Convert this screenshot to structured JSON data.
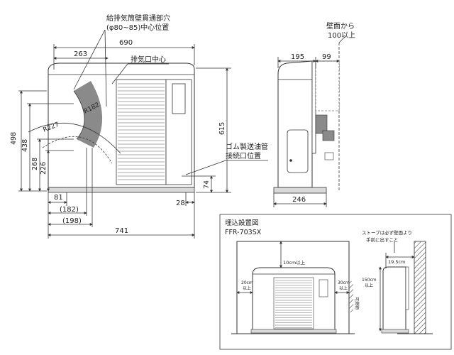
{
  "front": {
    "w690": "690",
    "w263": "263",
    "vent_label_1": "給排気筒壁貫通部穴",
    "vent_label_2": "(φ80~85)中心位置",
    "exhaust_label": "排気口中心",
    "r227": "R227",
    "r182": "R182",
    "h498": "498",
    "h438": "438",
    "h268": "268",
    "h226": "226",
    "h615": "615",
    "oil_label_1": "ゴム製送油管",
    "oil_label_2": "接続口位置",
    "h74": "74",
    "w81": "81",
    "w28": "28",
    "w182": "(182)",
    "w198": "(198)",
    "w741": "741"
  },
  "side": {
    "wall_1": "壁面から",
    "wall_2": "100以上",
    "w195": "195",
    "w99": "99",
    "w246": "246"
  },
  "inset": {
    "title": "埋込設置図",
    "model": "FFR-703SX",
    "note_1": "ストーブは必ず壁面より",
    "note_2": "手前に出すこと",
    "top_gap": "10cm以上",
    "left_a": "20cm",
    "left_b": "以上",
    "right_a": "30cm",
    "right_b": "以上",
    "side_v": "可燃物",
    "h150_a": "150cm",
    "h150_b": "以上",
    "d195": "19.5cm"
  }
}
